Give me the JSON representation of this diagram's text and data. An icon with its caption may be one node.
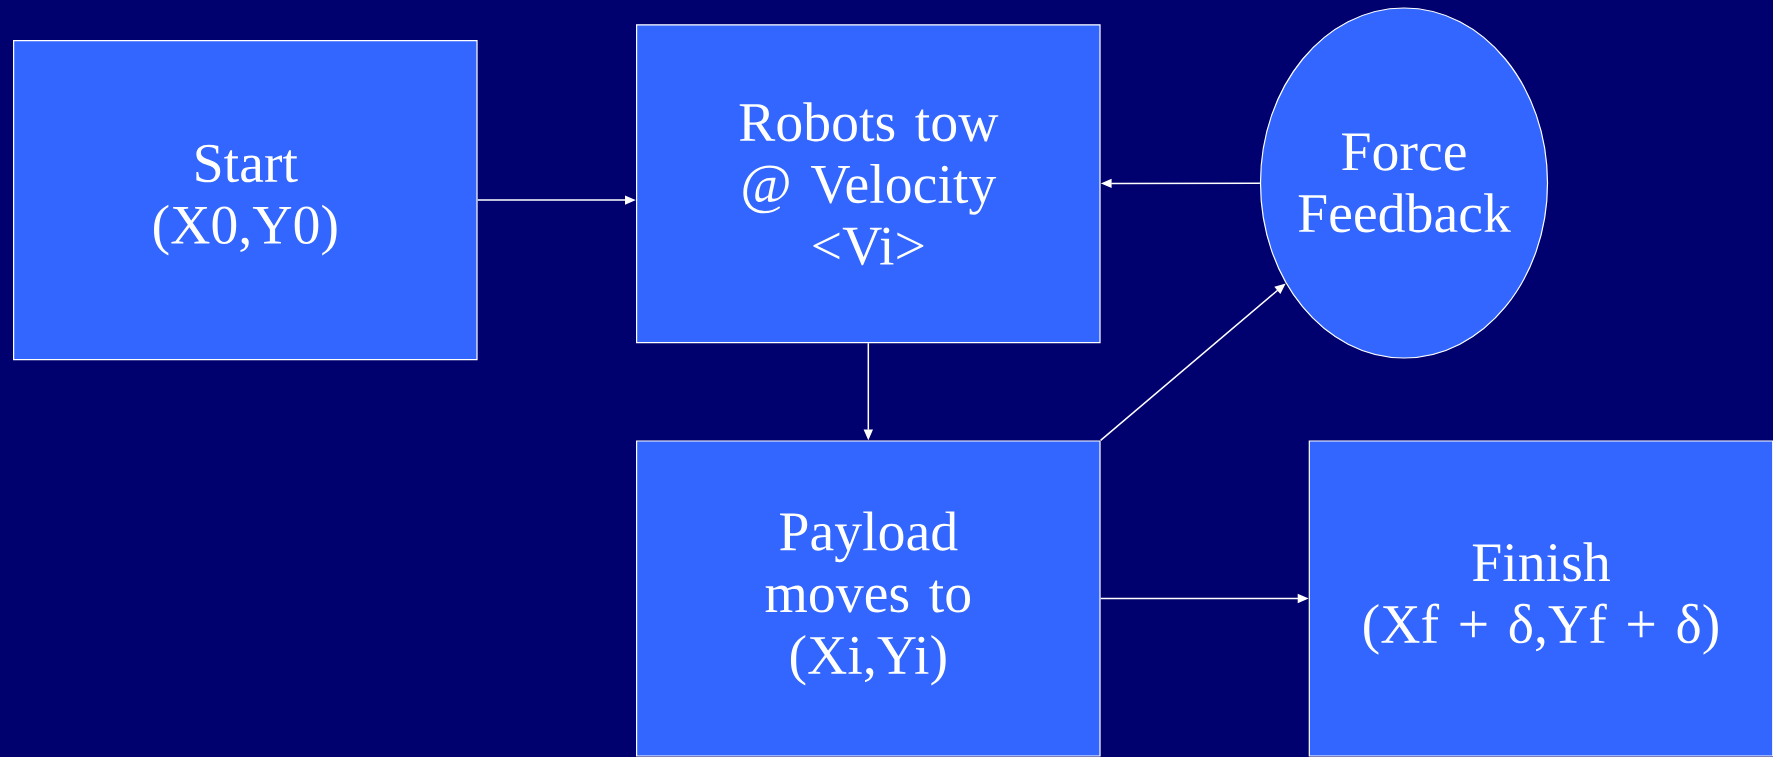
{
  "diagram": {
    "nodes": [
      {
        "text": [
          "Start (X0,Y0)"
        ]
      },
      {
        "text": [
          "Robots tow @ Velocity <Vi>"
        ]
      },
      {
        "text": [
          "Force Feedback"
        ]
      },
      {
        "text": [
          "Payload moves to (Xi,Yi)"
        ]
      },
      {
        "text": [
          "Finish",
          "(Xf + δ,Yf + δ)"
        ]
      }
    ],
    "edges": [
      {
        "from": 0,
        "to": 1,
        "arrow": "to"
      },
      {
        "from": 2,
        "to": 1,
        "arrow": "to"
      },
      {
        "from": 1,
        "to": 3,
        "arrow": "to"
      },
      {
        "from": 3,
        "to": 2,
        "arrow": "to"
      },
      {
        "from": 3,
        "to": 4,
        "arrow": "to"
      }
    ]
  }
}
